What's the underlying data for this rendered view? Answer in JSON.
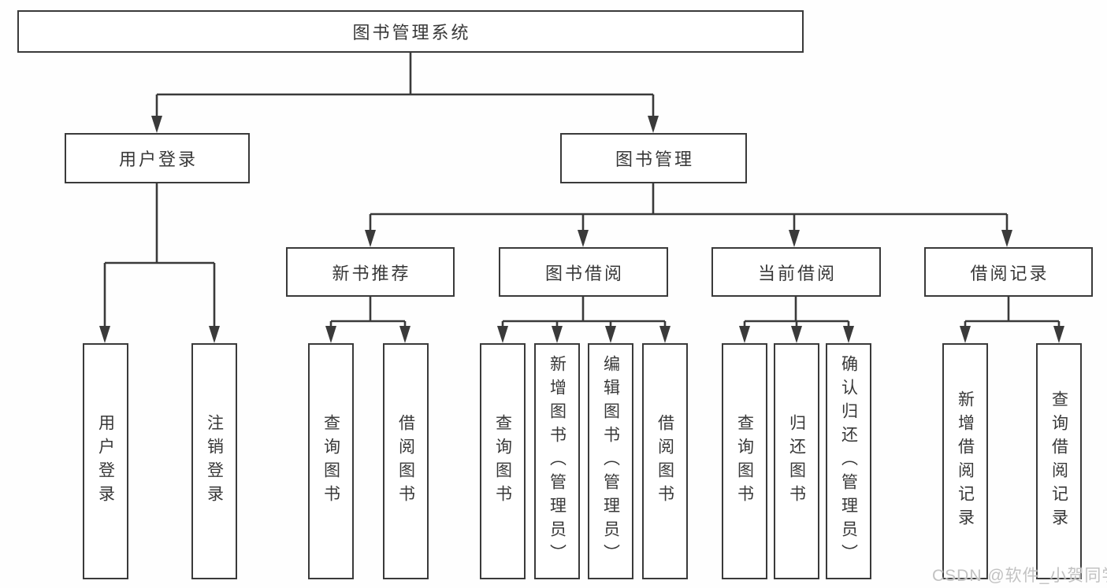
{
  "root": {
    "label": "图书管理系统"
  },
  "level2": [
    {
      "label": "用户登录"
    },
    {
      "label": "图书管理"
    }
  ],
  "level3": [
    {
      "label": "新书推荐"
    },
    {
      "label": "图书借阅"
    },
    {
      "label": "当前借阅"
    },
    {
      "label": "借阅记录"
    }
  ],
  "leaves": [
    {
      "label": "用户登录"
    },
    {
      "label": "注销登录"
    },
    {
      "label": "查询图书"
    },
    {
      "label": "借阅图书"
    },
    {
      "label": "查询图书"
    },
    {
      "label": "新增图书（管理员）"
    },
    {
      "label": "编辑图书（管理员）"
    },
    {
      "label": "借阅图书"
    },
    {
      "label": "查询图书"
    },
    {
      "label": "归还图书"
    },
    {
      "label": "确认归还（管理员）"
    },
    {
      "label": "新增借阅记录"
    },
    {
      "label": "查询借阅记录"
    }
  ],
  "watermark": {
    "text": "CSDN @软件_小贺同学"
  },
  "colors": {
    "line": "#3a3a3a",
    "text": "#383838",
    "box_background": "#ffffff",
    "watermark": "#c2c2c2"
  }
}
